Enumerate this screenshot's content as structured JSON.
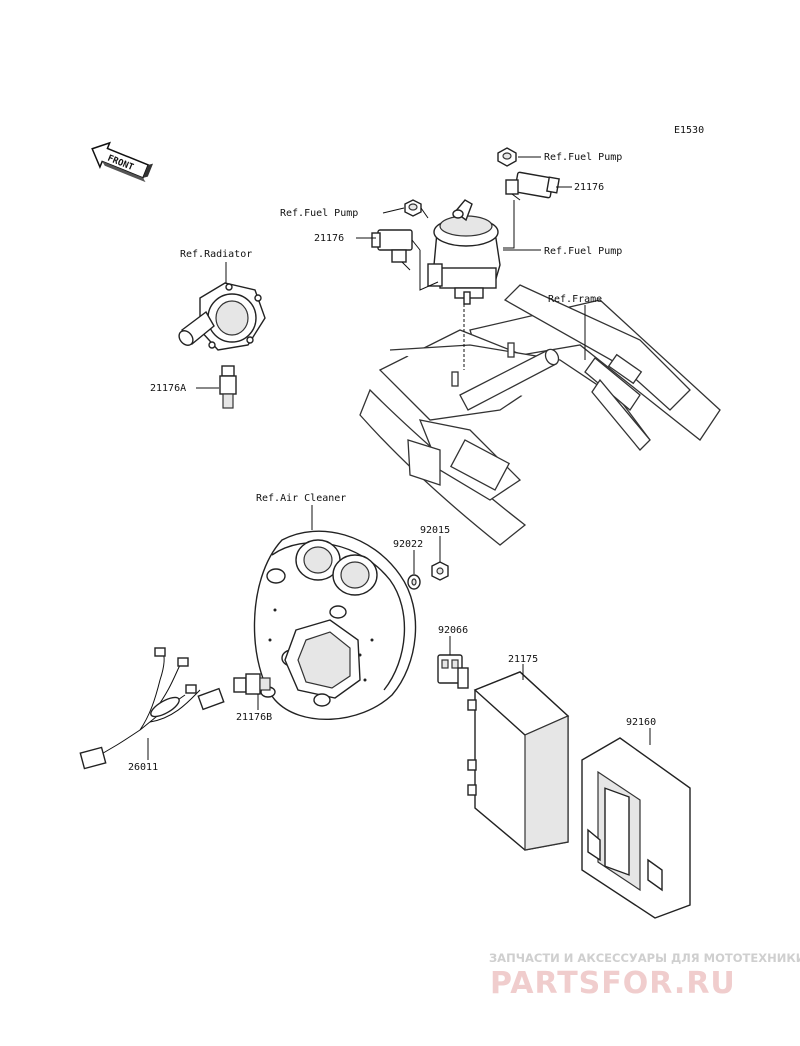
{
  "diagram_code": "E1530",
  "front_label": "FRONT",
  "labels": {
    "ref_fuel_pump_top": "Ref.Fuel Pump",
    "part_21176_right": "21176",
    "ref_fuel_pump_left": "Ref.Fuel Pump",
    "part_21176_left": "21176",
    "ref_fuel_pump_right": "Ref.Fuel Pump",
    "ref_radiator": "Ref.Radiator",
    "ref_frame": "Ref.Frame",
    "part_21176A": "21176A",
    "ref_air_cleaner": "Ref.Air Cleaner",
    "part_92015": "92015",
    "part_92022": "92022",
    "part_92066": "92066",
    "part_21175": "21175",
    "part_92160": "92160",
    "part_21176B": "21176B",
    "part_26011": "26011"
  },
  "watermark": {
    "subtitle": "ЗАПЧАСТИ И АКСЕССУАРЫ ДЛЯ МОТОТЕХНИКИ",
    "brand": "PARTSFOR.RU"
  }
}
